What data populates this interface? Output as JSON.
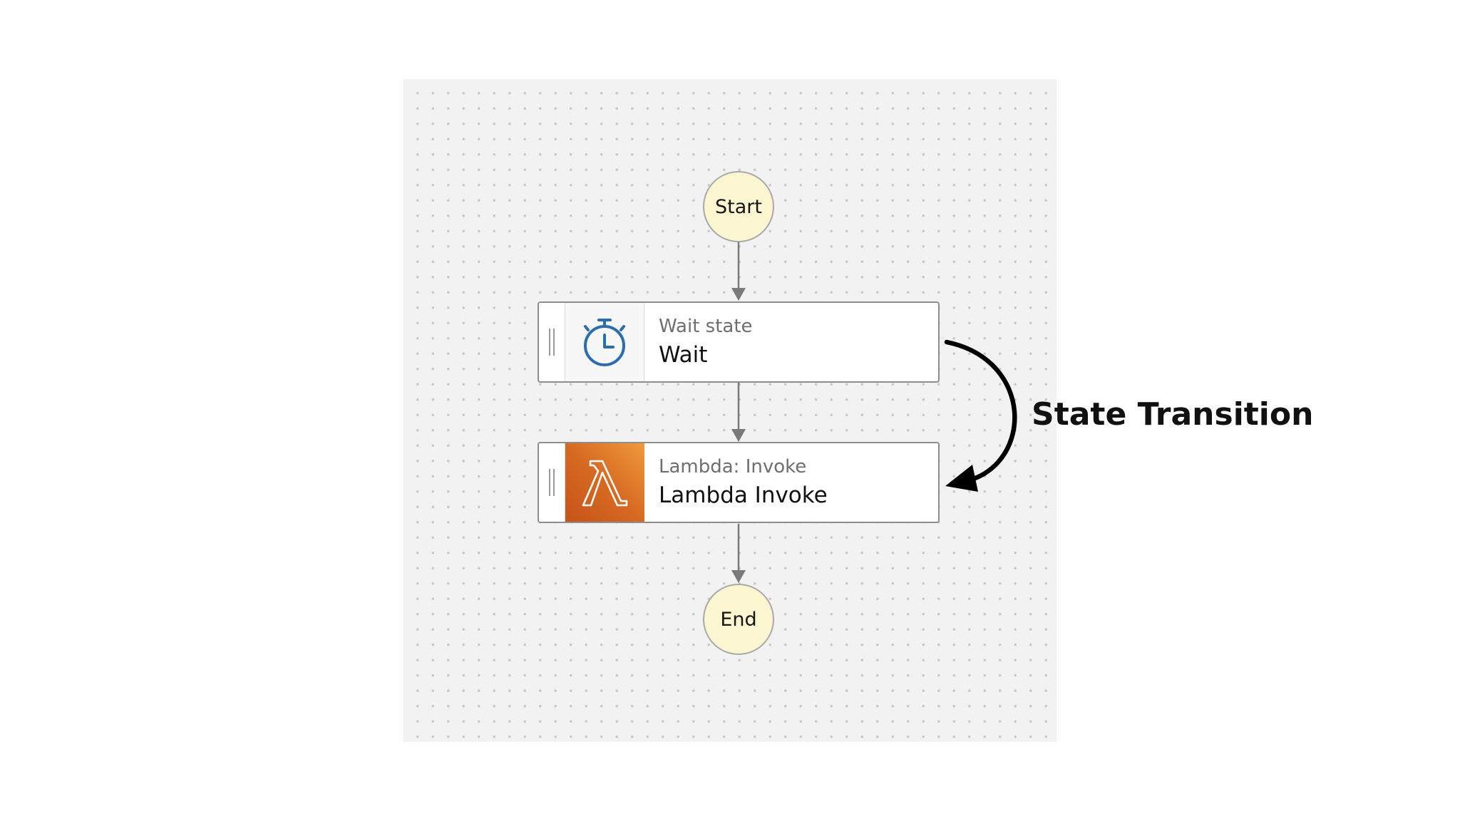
{
  "diagram": {
    "start_label": "Start",
    "end_label": "End",
    "states": [
      {
        "type_label": "Wait state",
        "name": "Wait",
        "icon": "stopwatch-icon"
      },
      {
        "type_label": "Lambda: Invoke",
        "name": "Lambda Invoke",
        "icon": "lambda-icon"
      }
    ],
    "annotation": "State Transition"
  },
  "colors": {
    "canvas_bg": "#f2f2f2",
    "terminal_fill": "#fbf6cf",
    "wait_icon": "#2a6db3",
    "lambda_orange": "#d76a22",
    "edge": "#7a7a7a",
    "annotation_arrow": "#000000"
  }
}
